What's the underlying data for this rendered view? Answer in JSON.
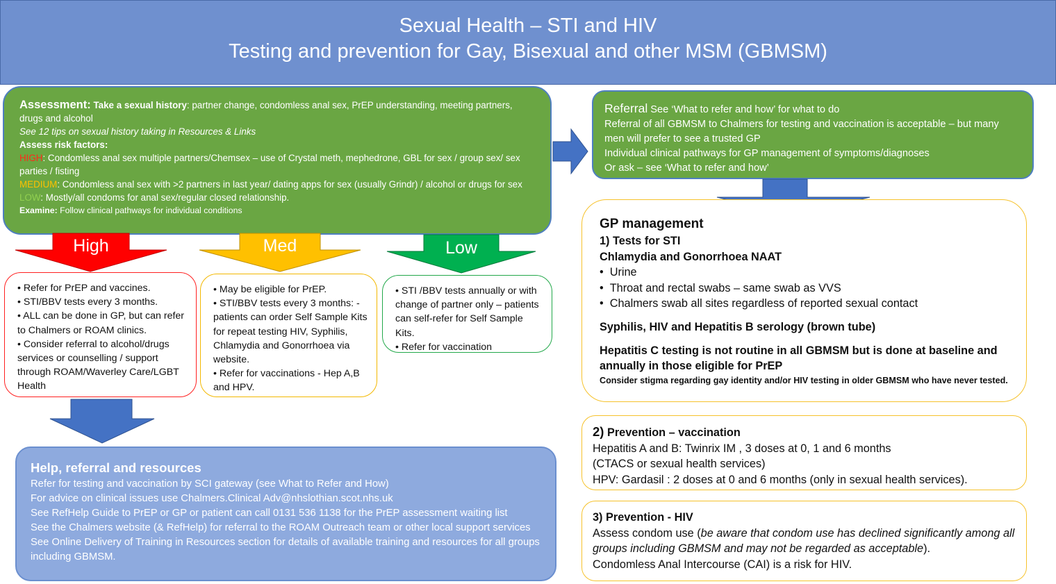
{
  "title": {
    "line1": "Sexual Health – STI and HIV",
    "line2": "Testing and prevention for Gay, Bisexual and other MSM (GBMSM)"
  },
  "assessment": {
    "heading": "Assessment:",
    "take_history_bold": "Take a  sexual history",
    "take_history_rest": ": partner change, condomless anal sex, PrEP understanding, meeting partners, drugs and alcohol",
    "tips": "See 12 tips on sexual history taking in Resources & Links",
    "risk_heading": "Assess risk factors:",
    "high_label": "HIGH",
    "high_text": ": Condomless anal sex  multiple partners/Chemsex – use of  Crystal meth, mephedrone, GBL for sex / group sex/ sex parties / fisting",
    "medium_label": "MEDIUM",
    "medium_text": ": Condomless anal sex with >2 partners in last year/ dating apps for sex (usually Grindr) / alcohol or drugs for sex",
    "low_label": "LOW",
    "low_text": ": Mostly/all condoms for anal sex/regular closed relationship.",
    "examine_label": "Examine:",
    "examine_text": " Follow  clinical pathways for individual conditions"
  },
  "referral": {
    "heading": "Referral",
    "line1_rest": " See ‘What to refer and how’ for what to do",
    "line2": "Referral of all GBMSM to Chalmers for testing and vaccination is acceptable – but many men  will prefer to see a trusted GP",
    "line3": "Individual clinical pathways for  GP management of symptoms/diagnoses",
    "line4": "Or ask – see ‘What to refer and how’"
  },
  "arrows": {
    "high": "High",
    "med": "Med",
    "low": "Low"
  },
  "high_box": {
    "items": [
      "• Refer for PrEP and vaccines.",
      "• STI/BBV tests every 3 months.",
      "• ALL can be done in GP, but can refer to Chalmers or ROAM clinics.",
      "• Consider referral to alcohol/drugs services  or counselling / support through ROAM/Waverley Care/LGBT Health"
    ]
  },
  "med_box": {
    "items": [
      "• May be eligible for PrEP.",
      "• STI/BBV tests every 3 months: -patients can order Self Sample Kits for repeat testing HIV, Syphilis, Chlamydia and Gonorrhoea via website.",
      "• Refer for vaccinations - Hep A,B and HPV."
    ]
  },
  "low_box": {
    "items": [
      "• STI /BBV tests annually or with change of partner only – patients can self-refer for Self Sample Kits.",
      "• Refer for vaccination"
    ]
  },
  "help": {
    "heading": "Help, referral and resources",
    "lines": [
      "Refer for testing and vaccination by SCI gateway (see What to Refer and How)",
      "For advice on clinical issues use Chalmers.Clinical Adv@nhslothian.scot.nhs.uk",
      "See RefHelp Guide to PrEP or GP or patient can call 0131 536 1138 for the PrEP assessment waiting list",
      "See the Chalmers website (& RefHelp) for referral to the ROAM Outreach team or other local support services",
      "See Online Delivery of Training in Resources section  for details of available training and resources for all groups including GBMSM."
    ]
  },
  "gp": {
    "heading": "GP management",
    "tests_heading": "1) Tests for STI",
    "naat": "Chlamydia and Gonorrhoea NAAT",
    "bullets": [
      "Urine",
      "Throat and rectal swabs – same swab as VVS",
      "Chalmers swab all sites regardless of reported sexual contact"
    ],
    "serology": "Syphilis, HIV and Hepatitis B serology (brown tube)",
    "hepc": "Hepatitis C  testing is not routine in all GBMSM but is done at baseline and annually in those eligible for PrEP",
    "stigma": "Consider stigma regarding gay identity and/or HIV testing in older GBMSM who have never tested."
  },
  "prevention_vaccination": {
    "num": "2)",
    "heading": " Prevention – vaccination",
    "line1": "Hepatitis A and B: Twinrix IM , 3 doses at 0, 1 and 6 months",
    "line2": "(CTACS or sexual health services)",
    "line3": "HPV: Gardasil : 2 doses at 0 and 6 months (only in sexual health services)."
  },
  "prevention_hiv": {
    "heading": "3) Prevention - HIV",
    "line1_start": "Assess condom use (",
    "line1_italic": "be aware that condom use has declined significantly among all groups  including GBMSM and may not be regarded as acceptable",
    "line1_end": ").",
    "line2": "Condomless Anal Intercourse (CAI) is a risk for HIV."
  },
  "colors": {
    "banner": "#6f90cf",
    "green_box": "#6aa643",
    "help_box": "#8eaade",
    "arrow_blue": "#4472c4",
    "arrow_high": "#ff0000",
    "arrow_med": "#ffc000",
    "arrow_low": "#00b050"
  }
}
